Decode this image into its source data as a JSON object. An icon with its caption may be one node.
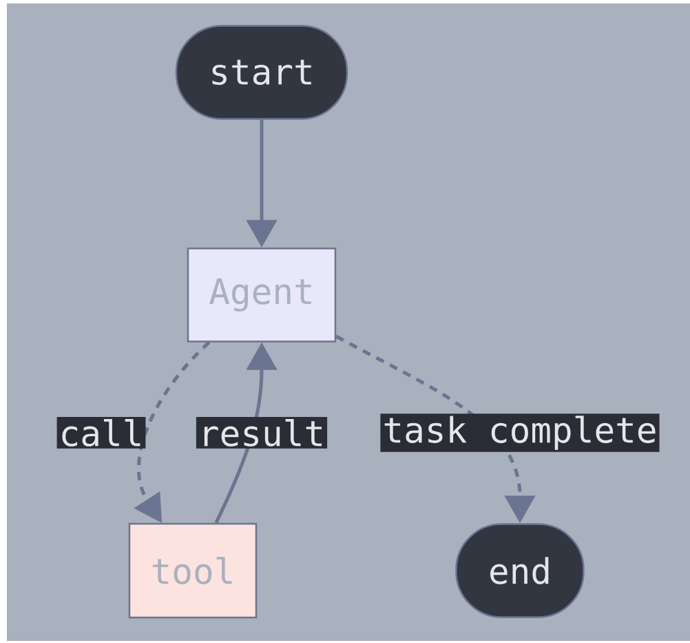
{
  "diagram": {
    "nodes": [
      {
        "text": [
          "start"
        ]
      },
      {
        "text": [
          "Agent"
        ]
      },
      {
        "text": [
          "tool"
        ]
      },
      {
        "text": [
          "end"
        ]
      }
    ],
    "edges": [
      {
        "from": 0,
        "to": 1,
        "arrow": "to"
      },
      {
        "from": 1,
        "to": 2,
        "arrow": "to",
        "label": "call",
        "style": "dashed"
      },
      {
        "from": 2,
        "to": 1,
        "arrow": "to",
        "label": "result"
      },
      {
        "from": 1,
        "to": 3,
        "arrow": "to",
        "label": "task complete",
        "style": "dashed"
      }
    ]
  }
}
